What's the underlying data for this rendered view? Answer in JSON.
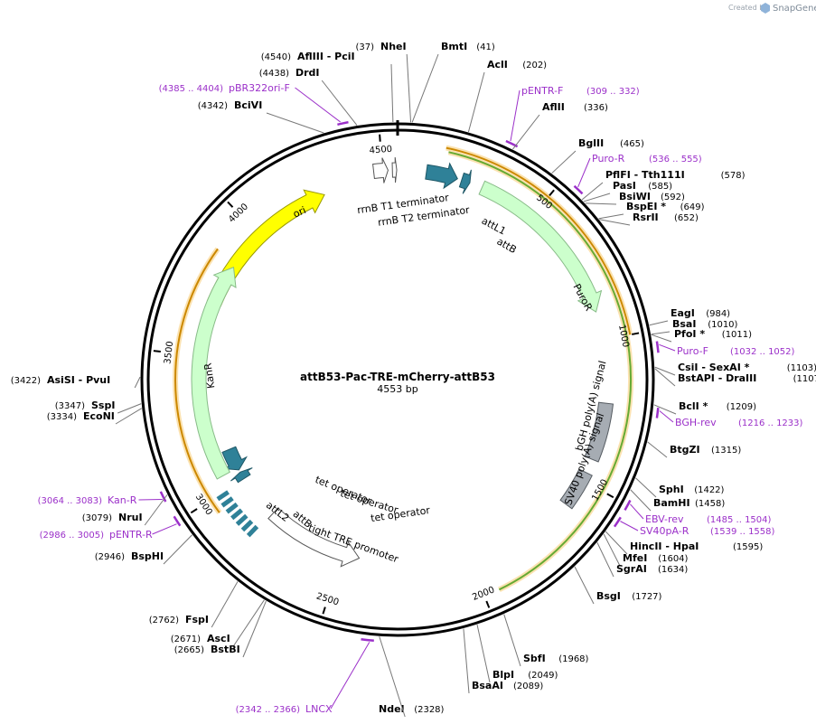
{
  "header": {
    "created_by": "Created by",
    "brand": "SnapGene"
  },
  "plasmid": {
    "name": "attB53-Pac-TRE-mCherry-attB53",
    "length_label": "4553 bp",
    "length": 4553
  },
  "ticks": [
    {
      "label": "500",
      "pos": 500
    },
    {
      "label": "1000",
      "pos": 1000
    },
    {
      "label": "1500",
      "pos": 1500
    },
    {
      "label": "2000",
      "pos": 2000
    },
    {
      "label": "2500",
      "pos": 2500
    },
    {
      "label": "3000",
      "pos": 3000
    },
    {
      "label": "3500",
      "pos": 3500
    },
    {
      "label": "4000",
      "pos": 4000
    },
    {
      "label": "4500",
      "pos": 4500
    }
  ],
  "sites": [
    {
      "name": "NheI",
      "pos": 37,
      "pos_label": "(37)"
    },
    {
      "name": "BmtI",
      "pos": 41,
      "pos_label": "(41)"
    },
    {
      "name": "AclI",
      "pos": 202,
      "pos_label": "(202)"
    },
    {
      "name": "AflII",
      "pos": 336,
      "pos_label": "(336)"
    },
    {
      "name": "BglII",
      "pos": 465,
      "pos_label": "(465)"
    },
    {
      "name": "PflFI  -  Tth111I",
      "pos": 578,
      "pos_label": "(578)"
    },
    {
      "name": "PasI",
      "pos": 585,
      "pos_label": "(585)"
    },
    {
      "name": "BsiWI",
      "pos": 592,
      "pos_label": "(592)"
    },
    {
      "name": "BspEI *",
      "pos": 649,
      "pos_label": "(649)"
    },
    {
      "name": "RsrII",
      "pos": 652,
      "pos_label": "(652)"
    },
    {
      "name": "EagI",
      "pos": 984,
      "pos_label": "(984)"
    },
    {
      "name": "BsaI",
      "pos": 1010,
      "pos_label": "(1010)"
    },
    {
      "name": "PfoI *",
      "pos": 1011,
      "pos_label": "(1011)"
    },
    {
      "name": "CsiI  -  SexAI *",
      "pos": 1103,
      "pos_label": "(1103)"
    },
    {
      "name": "BstAPI  -  DraIII",
      "pos": 1107,
      "pos_label": "(1107)"
    },
    {
      "name": "BclI *",
      "pos": 1209,
      "pos_label": "(1209)"
    },
    {
      "name": "BtgZI",
      "pos": 1315,
      "pos_label": "(1315)"
    },
    {
      "name": "SphI",
      "pos": 1422,
      "pos_label": "(1422)"
    },
    {
      "name": "BamHI",
      "pos": 1458,
      "pos_label": "(1458)"
    },
    {
      "name": "HincII  -  HpaI",
      "pos": 1595,
      "pos_label": "(1595)"
    },
    {
      "name": "MfeI",
      "pos": 1604,
      "pos_label": "(1604)"
    },
    {
      "name": "SgrAI",
      "pos": 1634,
      "pos_label": "(1634)"
    },
    {
      "name": "BsgI",
      "pos": 1727,
      "pos_label": "(1727)"
    },
    {
      "name": "SbfI",
      "pos": 1968,
      "pos_label": "(1968)"
    },
    {
      "name": "BlpI",
      "pos": 2049,
      "pos_label": "(2049)"
    },
    {
      "name": "BsaAI",
      "pos": 2089,
      "pos_label": "(2089)"
    },
    {
      "name": "NdeI",
      "pos": 2328,
      "pos_label": "(2328)"
    },
    {
      "name": "AscI",
      "pos": 2671,
      "pos_label": "(2671)"
    },
    {
      "name": "BstBI",
      "pos": 2665,
      "pos_label": "(2665)"
    },
    {
      "name": "FspI",
      "pos": 2762,
      "pos_label": "(2762)"
    },
    {
      "name": "BspHI",
      "pos": 2946,
      "pos_label": "(2946)"
    },
    {
      "name": "NruI",
      "pos": 3079,
      "pos_label": "(3079)"
    },
    {
      "name": "EcoNI",
      "pos": 3334,
      "pos_label": "(3334)"
    },
    {
      "name": "SspI",
      "pos": 3347,
      "pos_label": "(3347)"
    },
    {
      "name": "AsiSI  -  PvuI",
      "pos": 3422,
      "pos_label": "(3422)"
    },
    {
      "name": "BciVI",
      "pos": 4342,
      "pos_label": "(4342)"
    },
    {
      "name": "DrdI",
      "pos": 4438,
      "pos_label": "(4438)"
    },
    {
      "name": "AflIII  -  PciI",
      "pos": 4540,
      "pos_label": "(4540)"
    }
  ],
  "primers": [
    {
      "name": "pENTR-F",
      "range": "(309 .. 332)",
      "start": 309,
      "end": 332
    },
    {
      "name": "Puro-R",
      "range": "(536 .. 555)",
      "start": 536,
      "end": 555
    },
    {
      "name": "Puro-F",
      "range": "(1032 .. 1052)",
      "start": 1032,
      "end": 1052
    },
    {
      "name": "BGH-rev",
      "range": "(1216 .. 1233)",
      "start": 1216,
      "end": 1233
    },
    {
      "name": "EBV-rev",
      "range": "(1485 .. 1504)",
      "start": 1485,
      "end": 1504
    },
    {
      "name": "SV40pA-R",
      "range": "(1539 .. 1558)",
      "start": 1539,
      "end": 1558
    },
    {
      "name": "LNCX",
      "range": "(2342 .. 2366)",
      "start": 2342,
      "end": 2366
    },
    {
      "name": "pENTR-R",
      "range": "(2986 .. 3005)",
      "start": 2986,
      "end": 3005
    },
    {
      "name": "Kan-R",
      "range": "(3064 .. 3083)",
      "start": 3064,
      "end": 3083
    },
    {
      "name": "pBR322ori-F",
      "range": "(4385 .. 4404)",
      "start": 4385,
      "end": 4404
    }
  ],
  "features": [
    {
      "name": "ori",
      "start": 3700,
      "end": 4280,
      "color": "#ffff00",
      "stroke": "#999900",
      "dir": 1,
      "ring": 0
    },
    {
      "name": "rrnB T1 terminator",
      "start": 4470,
      "end": 4520,
      "color": "#ffffff",
      "stroke": "#555555",
      "dir": 1,
      "ring": 1
    },
    {
      "name": "rrnB T2 terminator",
      "start": 4535,
      "end": 4550,
      "color": "#ffffff",
      "stroke": "#555555",
      "dir": 1,
      "ring": 1
    },
    {
      "name": "attL1",
      "start": 100,
      "end": 210,
      "color": "#2f8198",
      "stroke": "#1e5766",
      "dir": 1,
      "ring": 1
    },
    {
      "name": "attB",
      "start": 225,
      "end": 255,
      "color": "#2f8198",
      "stroke": "#1e5766",
      "dir": 1,
      "ring": 1
    },
    {
      "name": "PuroR",
      "start": 300,
      "end": 900,
      "color": "#ccffcc",
      "stroke": "#88bb88",
      "dir": 1,
      "ring": 1
    },
    {
      "name": "bGH poly(A) signal",
      "start": 1220,
      "end": 1420,
      "color": "#a6acb3",
      "stroke": "#555b61",
      "dir": 0,
      "ring": 1
    },
    {
      "name": "SV40 poly(A) signal",
      "start": 1470,
      "end": 1600,
      "color": "#a6acb3",
      "stroke": "#555b61",
      "dir": 0,
      "ring": 1
    },
    {
      "name": "tight TRE promoter",
      "start": 2430,
      "end": 2820,
      "color": "#ffffff",
      "stroke": "#555555",
      "dir": -1,
      "ring": 2
    },
    {
      "name": "tet operator",
      "start": 2830,
      "end": 2990,
      "color": "#2f8198",
      "stroke": "#1e5766",
      "dir": 0,
      "ring": 1
    },
    {
      "name": "attB",
      "start": 3000,
      "end": 3030,
      "color": "#2f8198",
      "stroke": "#1e5766",
      "dir": 1,
      "ring": 2
    },
    {
      "name": "attL2",
      "start": 3040,
      "end": 3130,
      "color": "#2f8198",
      "stroke": "#1e5766",
      "dir": -1,
      "ring": 2
    },
    {
      "name": "KanR",
      "start": 3050,
      "end": 3850,
      "color": "#ccffcc",
      "stroke": "#88bb88",
      "dir": 1,
      "ring": 0
    }
  ],
  "feature_labels": {
    "ori": "ori",
    "rrnB_T1": "rrnB T1 terminator",
    "rrnB_T2": "rrnB T2 terminator",
    "attL1": "attL1",
    "attB1": "attB",
    "PuroR": "PuroR",
    "bGH": "bGH poly(A) signal",
    "SV40": "SV40 poly(A) signal",
    "tetop1": "tet operator",
    "tetop2": "tet operator",
    "tetop3": "tet operator",
    "attL2": "attL2",
    "attB2": "attB",
    "TRE": "tight TRE promoter",
    "KanR": "KanR"
  },
  "orfs": [
    {
      "start": 150,
      "end": 1000,
      "color": "#cc8800",
      "name": "orf-top"
    },
    {
      "start": 160,
      "end": 1950,
      "color": "#66aa33",
      "name": "mcherry-orf"
    },
    {
      "start": 2950,
      "end": 3870,
      "color": "#cc8800",
      "name": "orf-left"
    }
  ],
  "colors": {
    "backbone": "#000000",
    "primer": "#9b30c9",
    "leader": "#777777"
  }
}
